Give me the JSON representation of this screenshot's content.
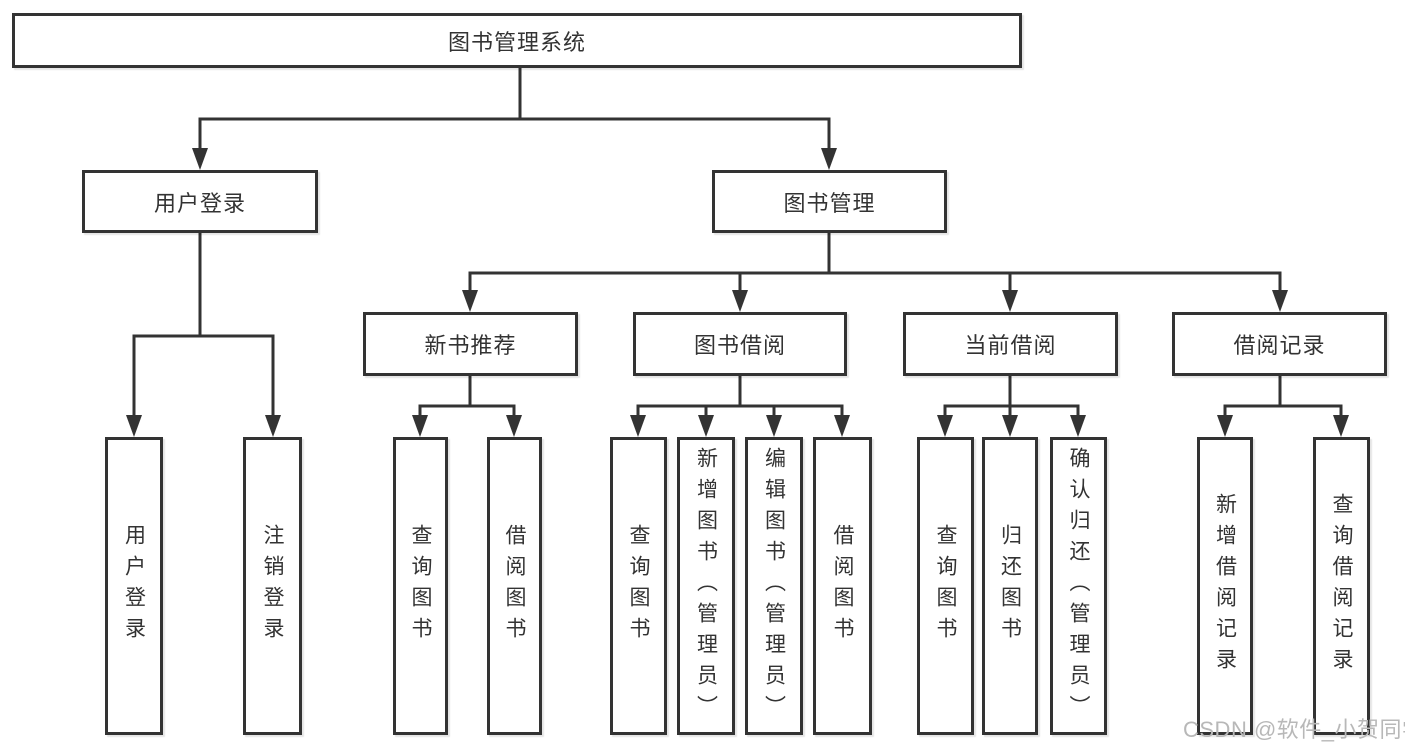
{
  "tree": {
    "label": "图书管理系统",
    "children": [
      {
        "label": "用户登录",
        "children": [
          {
            "label": "用户登录"
          },
          {
            "label": "注销登录"
          }
        ]
      },
      {
        "label": "图书管理",
        "children": [
          {
            "label": "新书推荐",
            "children": [
              {
                "label": "查询图书"
              },
              {
                "label": "借阅图书"
              }
            ]
          },
          {
            "label": "图书借阅",
            "children": [
              {
                "label": "查询图书"
              },
              {
                "label": "新增图书（管理员）"
              },
              {
                "label": "编辑图书（管理员）"
              },
              {
                "label": "借阅图书"
              }
            ]
          },
          {
            "label": "当前借阅",
            "children": [
              {
                "label": "查询图书"
              },
              {
                "label": "归还图书"
              },
              {
                "label": "确认归还（管理员）"
              }
            ]
          },
          {
            "label": "借阅记录",
            "children": [
              {
                "label": "新增借阅记录"
              },
              {
                "label": "查询借阅记录"
              }
            ]
          }
        ]
      }
    ]
  },
  "watermark": {
    "text": "CSDN @软件_小贺同学"
  },
  "colors": {
    "line": "#333333",
    "box_border": "#333333",
    "box_fill": "#ffffff",
    "text": "#333333",
    "watermark": "#b8b8b8",
    "background": "#ffffff"
  }
}
